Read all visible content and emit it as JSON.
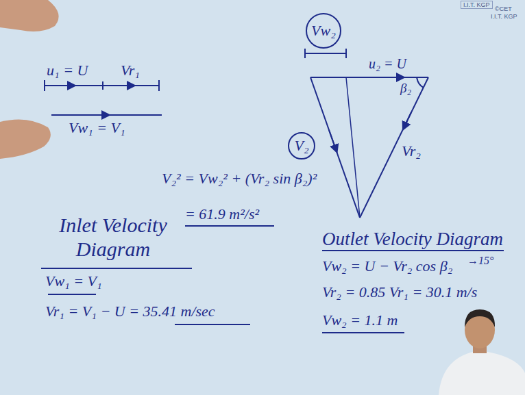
{
  "diagram": {
    "nodes": [
      {
        "text": [
          "Vw₂"
        ]
      },
      {
        "text": [
          "V₂"
        ]
      }
    ],
    "labels": [
      "I.I.T. KGP",
      "©CET",
      "I.I.T. KGP",
      "u₁ = U",
      "Vr₁",
      "Vw₁ = V₁",
      "u₂ = U",
      "β₂",
      "Vr₂",
      "Inlet Velocity Diagram",
      "V₂² = Vw₂² + (Vr₂ sin β₂)²",
      "= 61.9 m²/s²",
      "Outlet Velocity Diagram",
      "Vw₁ = V₁",
      "Vr₁ = V₁ − U = 35.41 m/sec",
      "Vw₂ = U − Vr₂ cos β₂",
      "→15°",
      "Vr₂ = 0.85 Vr₁ = 30.1 m/s",
      "Vw₂ = 1.1 m"
    ]
  }
}
